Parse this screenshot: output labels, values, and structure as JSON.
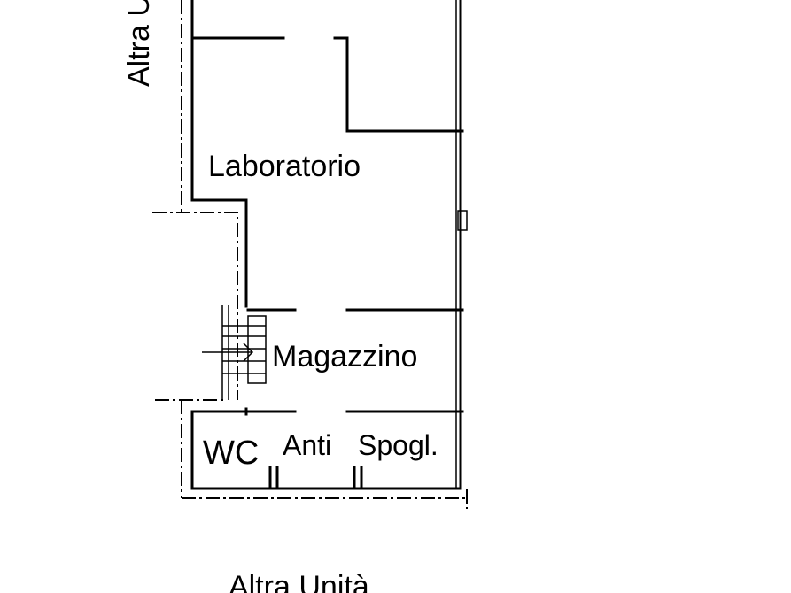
{
  "rooms": {
    "laboratorio": "Laboratorio",
    "magazzino": "Magazzino",
    "wc": "WC",
    "anti": "Anti",
    "spogliatoio": "Spogl."
  },
  "adjacent": {
    "left": "Altra U",
    "bottom": "Altra Unità"
  }
}
